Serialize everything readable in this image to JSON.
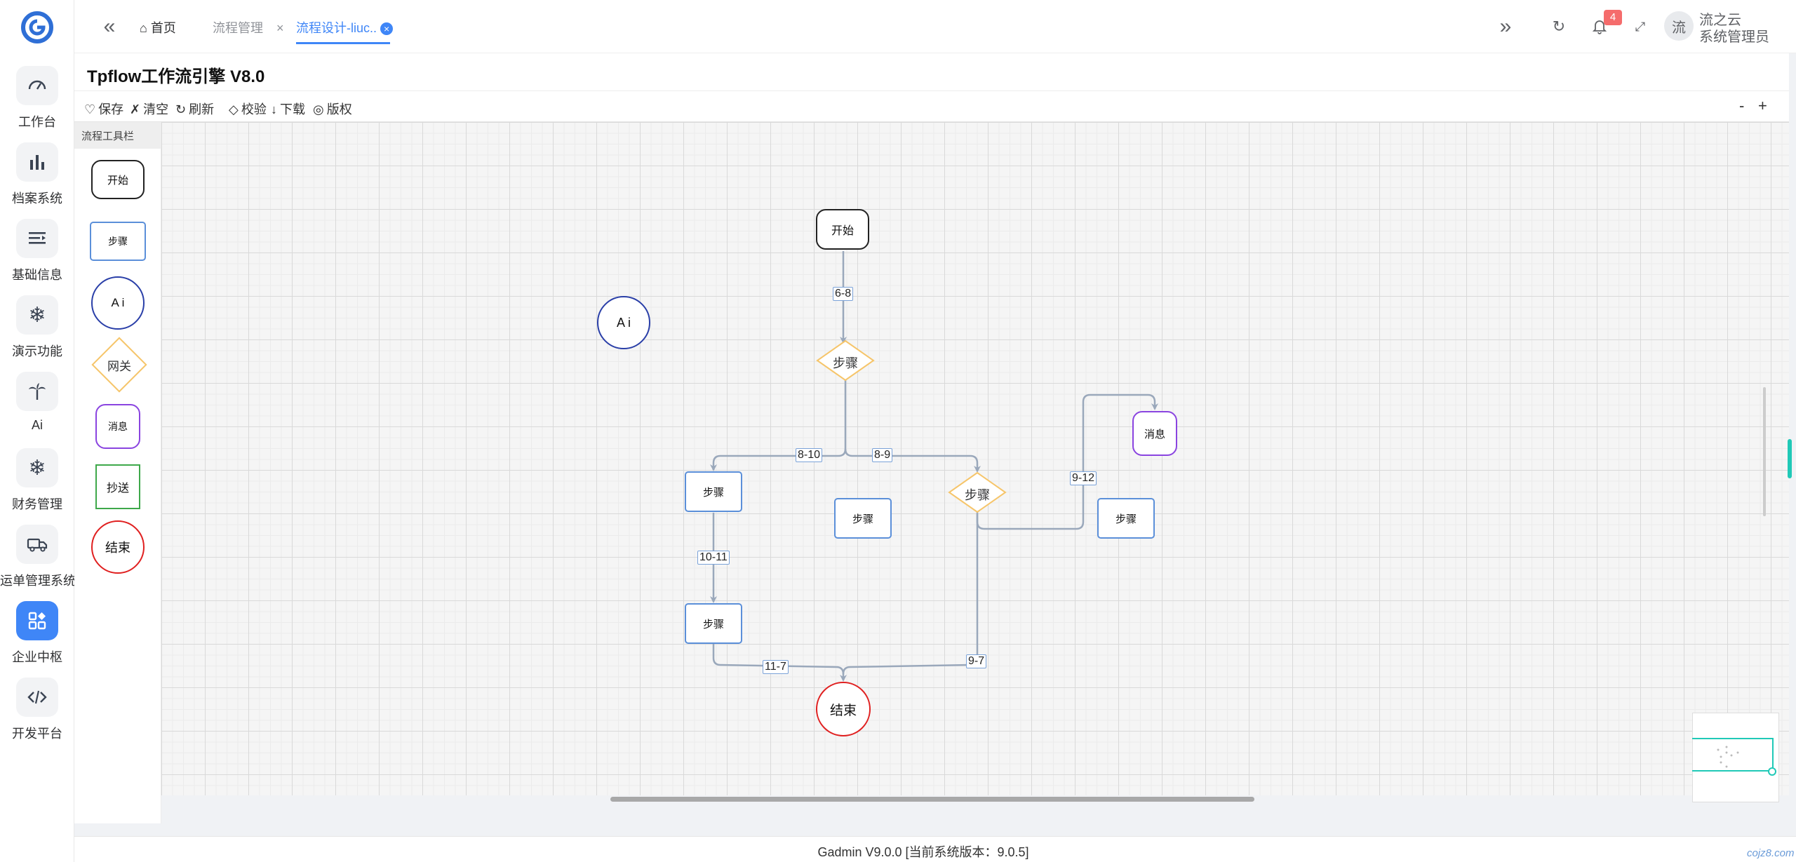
{
  "colors": {
    "accent": "#3f86f7",
    "start_border": "#222222",
    "step_border": "#5b8fd9",
    "ai_border": "#2a3fa8",
    "gateway_border": "#f6c56a",
    "message_border": "#8a44e0",
    "cc_border": "#3ea84a",
    "end_border": "#e02020",
    "edge": "#9aa8bb"
  },
  "sidebar": {
    "items": [
      {
        "label": "工作台",
        "icon": "dashboard-icon"
      },
      {
        "label": "档案系统",
        "icon": "bar-chart-icon"
      },
      {
        "label": "基础信息",
        "icon": "list-icon"
      },
      {
        "label": "演示功能",
        "icon": "snowflake-icon"
      },
      {
        "label": "Ai",
        "icon": "palm-icon"
      },
      {
        "label": "财务管理",
        "icon": "snowflake-icon"
      },
      {
        "label": "运单管理系统",
        "icon": "truck-icon"
      },
      {
        "label": "企业中枢",
        "icon": "apps-icon"
      },
      {
        "label": "开发平台",
        "icon": "code-icon"
      }
    ]
  },
  "topbar": {
    "tabs": [
      {
        "label": "首页"
      },
      {
        "label": "流程管理"
      },
      {
        "label": "流程设计-liuc.."
      }
    ],
    "notification_count": "4",
    "avatar_text": "流",
    "user_name": "流之云",
    "user_role": "系统管理员"
  },
  "page": {
    "title": "Tpflow工作流引擎 V8.0",
    "toolbar": {
      "save": "保存",
      "clear": "清空",
      "refresh": "刷新",
      "check": "校验",
      "download": "下载",
      "copyright": "版权",
      "zoom_out": "-",
      "zoom_in": "+"
    },
    "palette": {
      "title": "流程工具栏",
      "items": [
        "开始",
        "步骤",
        "A i",
        "网关",
        "消息",
        "抄送",
        "结束"
      ]
    }
  },
  "flow": {
    "nodes": {
      "start": "开始",
      "ai": "A i",
      "gateway1": "步骤",
      "step_left": "步骤",
      "step_mid": "步骤",
      "gateway2": "步骤",
      "message": "消息",
      "step_right": "步骤",
      "step_lower": "步骤",
      "end": "结束"
    },
    "edges": [
      "6-8",
      "8-10",
      "8-9",
      "9-12",
      "10-11",
      "11-7",
      "9-7"
    ]
  },
  "footer": {
    "text": "Gadmin V9.0.0 [当前系统版本：9.0.5]",
    "watermark": "cojz8.com"
  }
}
